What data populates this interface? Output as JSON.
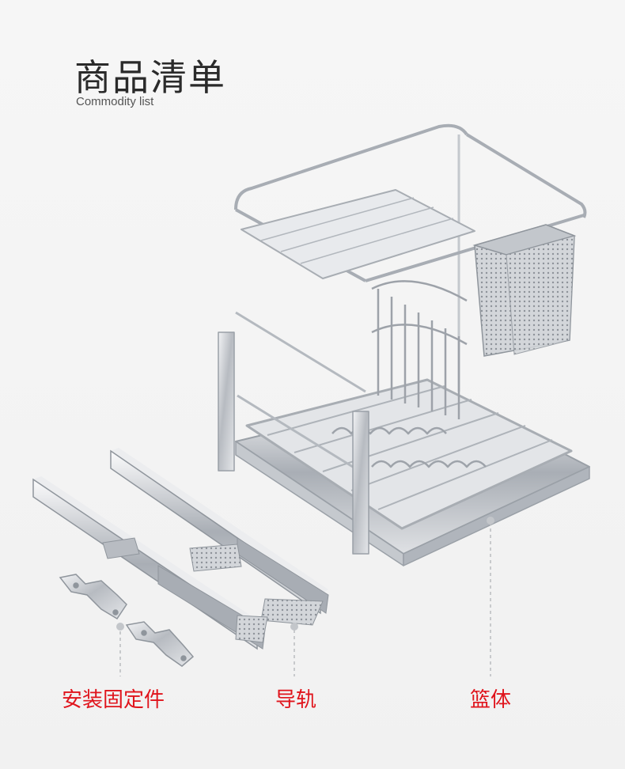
{
  "header": {
    "title": "商品清单",
    "subtitle": "Commodity list"
  },
  "labels": {
    "brackets": "安装固定件",
    "rails": "导轨",
    "basket": "篮体"
  },
  "colors": {
    "label_red": "#e0141c",
    "steel": "#c9ccd0",
    "background": "#f3f3f3"
  },
  "icons": {
    "basket": "pull-out-basket-illustration",
    "rails": "drawer-rail-illustration",
    "brackets": "mounting-bracket-illustration"
  }
}
